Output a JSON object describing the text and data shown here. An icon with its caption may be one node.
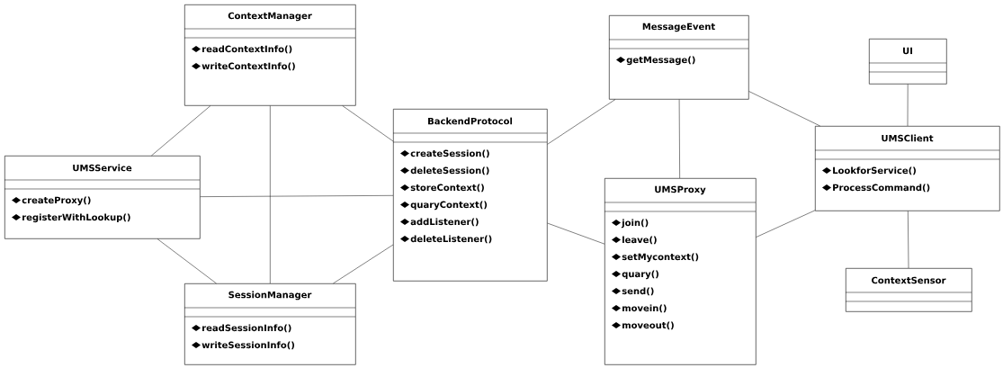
{
  "diagram": {
    "nodes": [
      {
        "text": [
          "ContextManager",
          "readContextInfo()",
          "writeContextInfo()"
        ]
      },
      {
        "text": [
          "UMSService",
          "createProxy()",
          "registerWithLookup()"
        ]
      },
      {
        "text": [
          "BackendProtocol",
          "createSession()",
          "deleteSession()",
          "storeContext()",
          "quaryContext()",
          "addListener()",
          "deleteListener()"
        ]
      },
      {
        "text": [
          "SessionManager",
          "readSessionInfo()",
          "writeSessionInfo()"
        ]
      },
      {
        "text": [
          "MessageEvent",
          "getMessage()"
        ]
      },
      {
        "text": [
          "UMSProxy",
          "join()",
          "leave()",
          "setMycontext()",
          "quary()",
          "send()",
          "movein()",
          "moveout()"
        ]
      },
      {
        "text": [
          "UI"
        ]
      },
      {
        "text": [
          "UMSClient",
          "LookforService()",
          "ProcessCommand()"
        ]
      },
      {
        "text": [
          "ContextSensor"
        ]
      }
    ],
    "edges": [
      {
        "from": 0,
        "to": 1,
        "arrow": "none"
      },
      {
        "from": 0,
        "to": 2,
        "arrow": "none"
      },
      {
        "from": 0,
        "to": 3,
        "arrow": "none"
      },
      {
        "from": 1,
        "to": 2,
        "arrow": "none"
      },
      {
        "from": 1,
        "to": 3,
        "arrow": "none"
      },
      {
        "from": 3,
        "to": 2,
        "arrow": "none"
      },
      {
        "from": 2,
        "to": 4,
        "arrow": "none"
      },
      {
        "from": 2,
        "to": 5,
        "arrow": "none"
      },
      {
        "from": 4,
        "to": 5,
        "arrow": "none"
      },
      {
        "from": 4,
        "to": 7,
        "arrow": "none"
      },
      {
        "from": 5,
        "to": 7,
        "arrow": "none"
      },
      {
        "from": 6,
        "to": 7,
        "arrow": "none"
      },
      {
        "from": 7,
        "to": 8,
        "arrow": "none"
      }
    ]
  }
}
